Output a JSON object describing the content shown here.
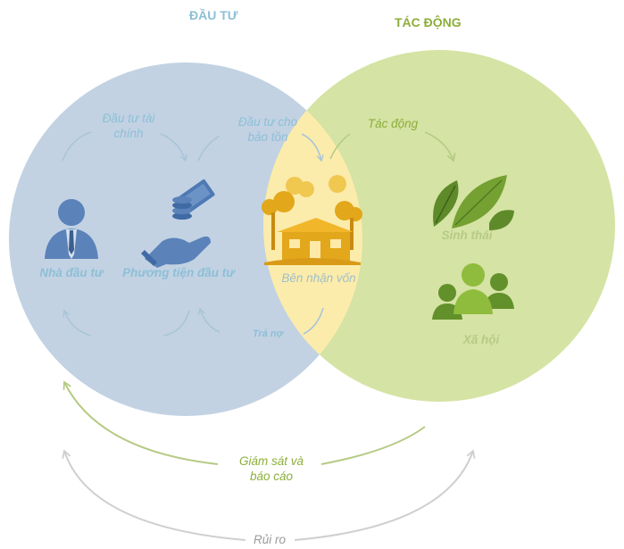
{
  "headers": {
    "investment": "ĐẦU TƯ",
    "impact": "TÁC ĐỘNG"
  },
  "labels": {
    "financial_investment": "Đầu tư tài\nchính",
    "investment_conservation": "Đầu tư cho\nbảo tồn",
    "impact_flow": "Tác động",
    "investor": "Nhà đầu tư",
    "investment_vehicle": "Phương tiện đầu tư",
    "recipient": "Bên nhận vốn",
    "repayment": "Trả nợ",
    "ecology": "Sinh thái",
    "society": "Xã hội",
    "monitoring": "Giám sát và\nbáo cáo",
    "risk": "Rủi ro"
  },
  "icons": {
    "investor": "businessman-icon",
    "vehicle": "hand-money-icon",
    "recipient": "house-trees-icon",
    "ecology": "leaves-icon",
    "society": "people-group-icon"
  },
  "colors": {
    "left_circle": "#c2d2e3",
    "right_circle": "#d5e3a4",
    "overlap": "#fcecab",
    "investment_text": "#8dbfd6",
    "impact_text": "#8cae3a",
    "icon_blue": "#5b82b9",
    "icon_gold": "#e3a71c",
    "icon_green": "#74a131",
    "arrow_green": "#b6cb86",
    "arrow_gray": "#cfcfcf"
  }
}
